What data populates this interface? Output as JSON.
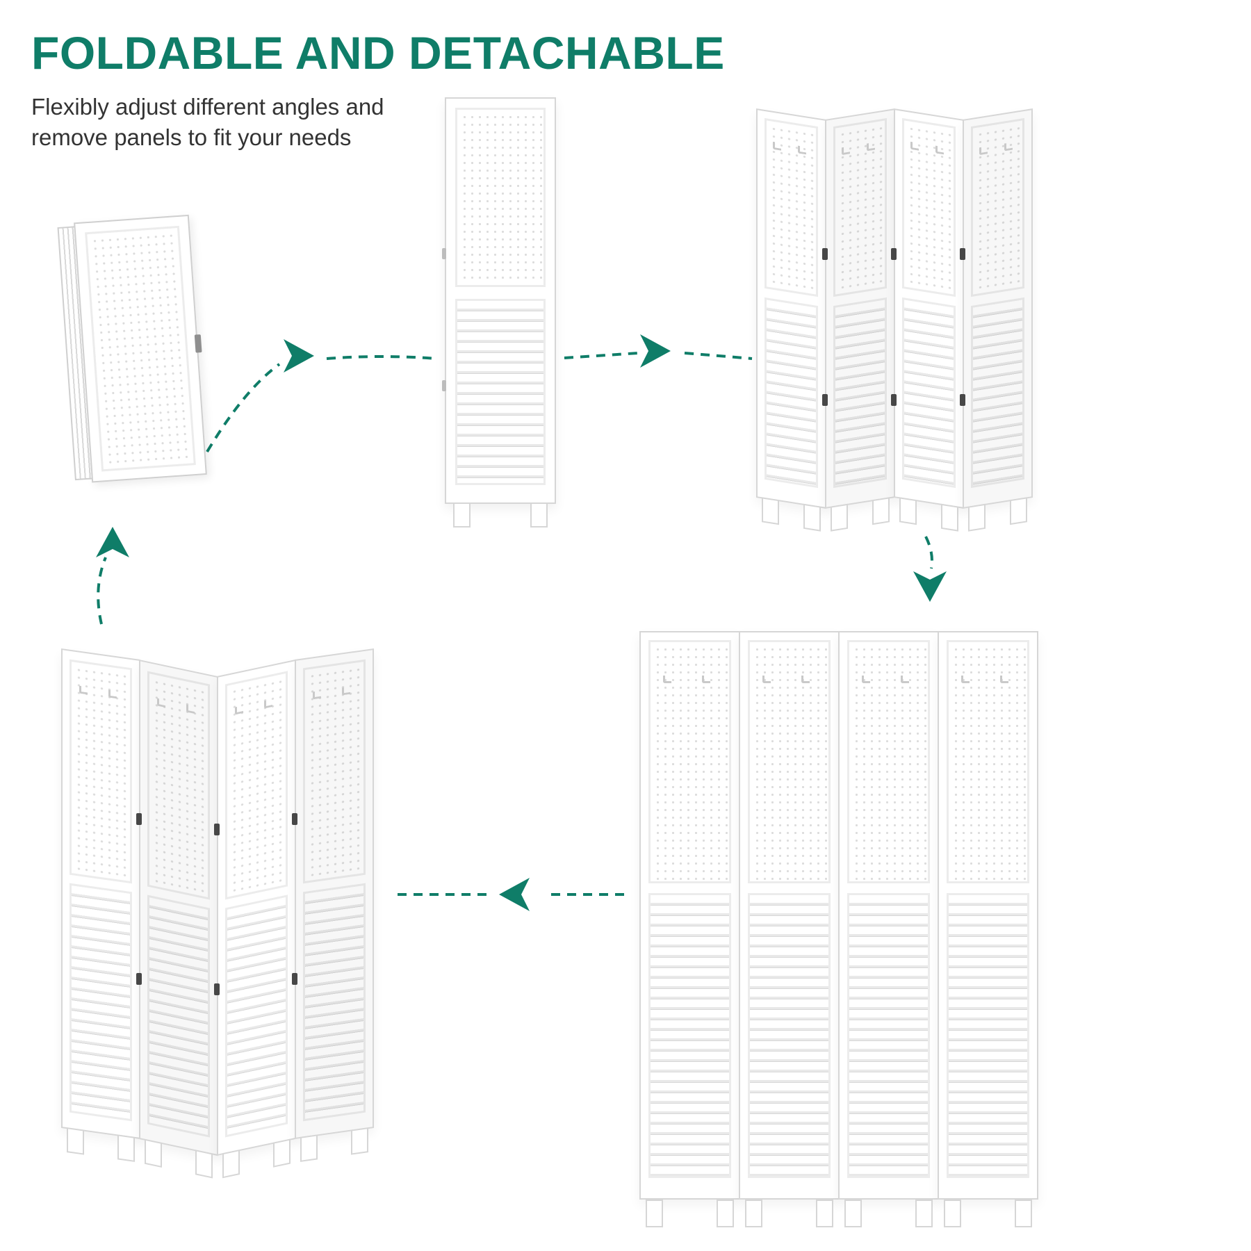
{
  "header": {
    "title": "FOLDABLE AND DETACHABLE",
    "subtitle": "Flexibly adjust different angles and remove panels to fit your needs"
  },
  "colors": {
    "accent": "#0F7D68",
    "body_text": "#333333",
    "panel_line": "#D6D6D6",
    "hinge": "#474747"
  },
  "figures": [
    {
      "name": "folded-panel-stack"
    },
    {
      "name": "single-panel-upright"
    },
    {
      "name": "four-panel-zigzag"
    },
    {
      "name": "four-panel-angled-fold"
    },
    {
      "name": "four-panel-flat-extended"
    }
  ],
  "arrows": [
    {
      "name": "arrow-folded-to-single",
      "direction": "right"
    },
    {
      "name": "arrow-single-to-zigzag",
      "direction": "right"
    },
    {
      "name": "arrow-zigzag-to-flat",
      "direction": "down"
    },
    {
      "name": "arrow-flat-to-angled",
      "direction": "left"
    },
    {
      "name": "arrow-angled-to-folded",
      "direction": "up"
    }
  ]
}
